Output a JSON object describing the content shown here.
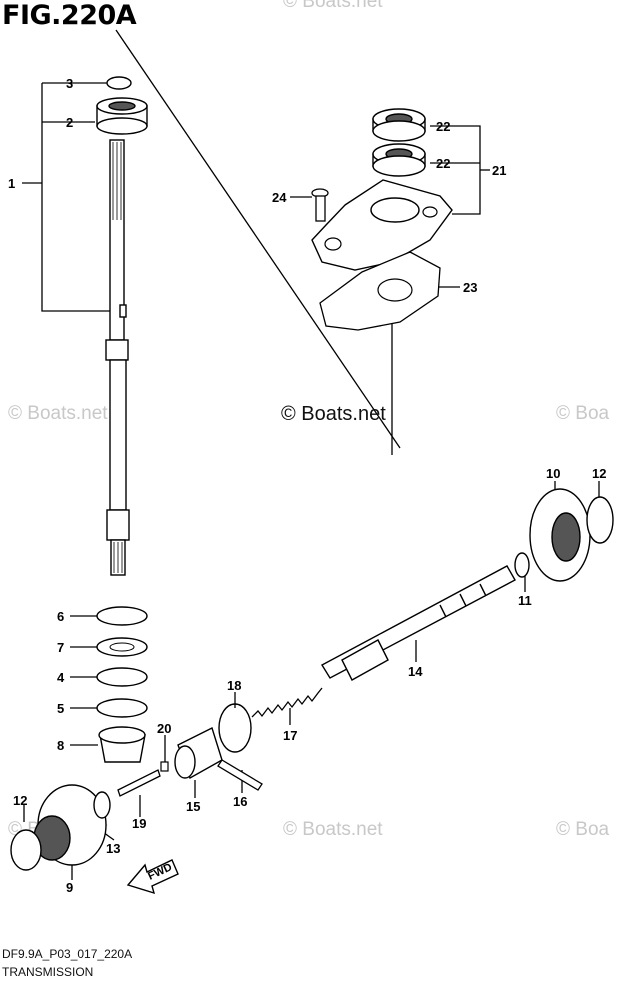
{
  "figure": {
    "title": "FIG.220A",
    "code": "DF9.9A_P03_017_220A",
    "name": "TRANSMISSION"
  },
  "watermarks": {
    "main": "© Boats.net",
    "faint": "© Boats.net",
    "faint_partial": "© Boa",
    "faint_top": "© Boats.net"
  },
  "callouts": [
    "1",
    "2",
    "3",
    "4",
    "5",
    "6",
    "7",
    "8",
    "9",
    "10",
    "11",
    "12",
    "12",
    "13",
    "14",
    "15",
    "16",
    "17",
    "18",
    "19",
    "20",
    "21",
    "22",
    "22",
    "23",
    "24"
  ],
  "fwd_arrow_label": "FWD",
  "colors": {
    "line": "#000000",
    "part_fill": "#ffffff",
    "shade": "#555555",
    "watermark": "#c8c8c8"
  }
}
